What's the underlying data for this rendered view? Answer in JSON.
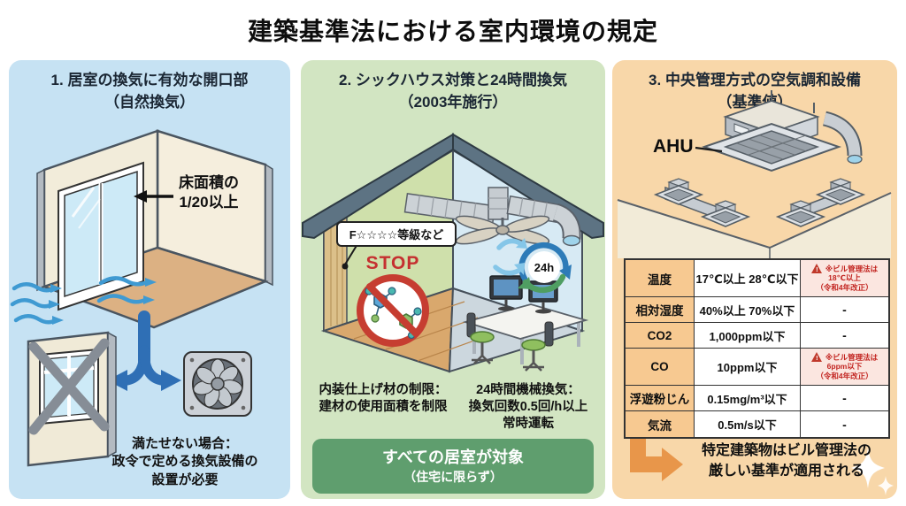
{
  "page": {
    "title": "建築基準法における室内環境の規定"
  },
  "colors": {
    "panel1_bg": "#c6e2f3",
    "panel2_bg": "#d2e5c2",
    "panel3_bg": "#f8d7a9",
    "banner_green": "#5f9e6e",
    "arrow_blue": "#2f6fb5",
    "wind_blue": "#3f9ad2",
    "stop_red": "#c0392b",
    "table_label_bg": "#f7c991",
    "warning_bg": "#fbe6e0",
    "warning_red": "#c22420",
    "arrow_orange": "#e8964a",
    "roof_slate": "#5d7383"
  },
  "icons": {
    "warning-icon": "red triangle with exclamation mark",
    "wind-arrow-icon": "blue wavy airflow arrows",
    "split-arrow-icon": "blue downward forking arrow",
    "fan-icon": "exhaust fan",
    "no-entry-icon": "red prohibition circle over chemical molecules",
    "cycle-arrows-icon": "blue and green circular arrows",
    "orange-arrow-icon": "orange L-shaped arrow",
    "sparkle-icon": "white four-point sparkle"
  },
  "panel1": {
    "title": "1. 居室の換気に有効な開口部",
    "subtitle": "（自然換気）",
    "floor_area_note": {
      "line1": "床面積の",
      "line2": "1/20以上"
    },
    "fallback_note": {
      "line1": "満たせない場合：",
      "line2": "政令で定める換気設備の",
      "line3": "設置が必要"
    }
  },
  "panel2": {
    "title": "2. シックハウス対策と24時間換気",
    "subtitle": "（2003年施行）",
    "grade_label": "F☆☆☆☆等級など",
    "stop_label": "STOP",
    "badge_24h": "24h",
    "interior_note": {
      "line1": "内装仕上げ材の制限：",
      "line2": "建材の使用面積を制限"
    },
    "ventilation_note": {
      "line1": "24時間機械換気：",
      "line2": "換気回数0.5回/h以上",
      "line3": "常時運転"
    },
    "banner": {
      "line1": "すべての居室が対象",
      "line2": "（住宅に限らず）"
    }
  },
  "panel3": {
    "title": "3. 中央管理方式の空気調和設備",
    "subtitle": "（基準値）",
    "ahu_label": "AHU",
    "standards_table": {
      "rows": [
        {
          "item": "温度",
          "value": "17℃以上 28℃以下",
          "warn": true,
          "note1": "※ビル管理法は",
          "note2": "18℃以上",
          "note3": "（令和4年改正）"
        },
        {
          "item": "相対湿度",
          "value": "40%以上 70%以下",
          "note": "-"
        },
        {
          "item": "CO2",
          "value": "1,000ppm以下",
          "note": "-"
        },
        {
          "item": "CO",
          "value": "10ppm以下",
          "warn": true,
          "note1": "※ビル管理法は",
          "note2": "6ppm以下",
          "note3": "（令和4年改正）"
        },
        {
          "item": "浮遊粉じん",
          "value": "0.15mg/m³以下",
          "note": "-"
        },
        {
          "item": "気流",
          "value": "0.5m/s以下",
          "note": "-"
        }
      ]
    },
    "footer_note": {
      "line1": "特定建築物はビル管理法の",
      "line2": "厳しい基準が適用される"
    }
  }
}
